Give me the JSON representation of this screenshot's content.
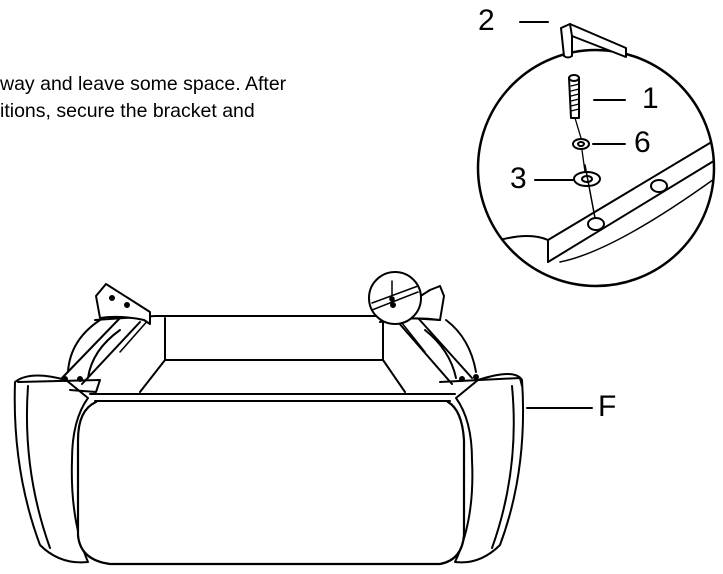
{
  "instructions": {
    "line1": "way and leave some space. After",
    "line2": "itions, secure the bracket and"
  },
  "labels": {
    "hex_key": "2",
    "bolt": "1",
    "spring_washer": "6",
    "flat_washer": "3",
    "sofa_part": "F"
  }
}
